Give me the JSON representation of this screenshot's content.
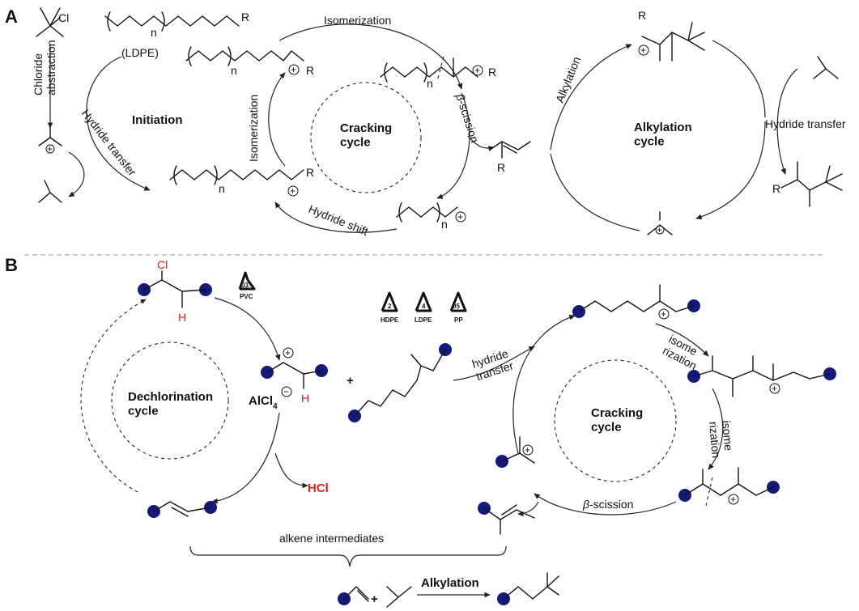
{
  "panel_a": {
    "panel_label": "A",
    "cl_label": "Cl",
    "r_label": "R",
    "n_label": "n",
    "ldpe_label": "(LDPE)",
    "chloride_abstraction": "Chloride\nabstraction",
    "hydride_transfer": "Hydride transfer",
    "initiation": "Initiation",
    "isomerization": "Isomerization",
    "cracking_cycle": "Cracking\ncycle",
    "beta_symbol": "β",
    "beta_scission": "-scission",
    "hydride_shift": "Hydride shift",
    "alkylation": "Alkylation",
    "alkylation_cycle": "Alkylation\ncycle",
    "charge": "+"
  },
  "panel_b": {
    "panel_label": "B",
    "cl_label": "Cl",
    "h_label": "H",
    "pvc_code": "03",
    "pvc_label": "PVC",
    "hdpe_code": "2",
    "hdpe_label": "HDPE",
    "ldpe_code": "4",
    "ldpe_label": "LDPE",
    "pp_code": "05",
    "pp_label": "PP",
    "dechlorination_cycle": "Dechlorination\ncycle",
    "alcl_base": "AlCl",
    "alcl_sub": "4",
    "minus": "−",
    "hcl": "HCl",
    "plus": "+",
    "hydride_transfer": "hydride\ntransfer",
    "isomerization_1": "isome\nrization",
    "isomerization_2": "isome\nrization",
    "cracking_cycle": "Cracking\ncycle",
    "beta_symbol": "β",
    "beta_scission": "-scission",
    "alkene_intermediates": "alkene intermediates",
    "alkylation": "Alkylation",
    "charge": "+"
  },
  "colors": {
    "node": "#141a7a",
    "heteroatom": "#d81d1d"
  }
}
